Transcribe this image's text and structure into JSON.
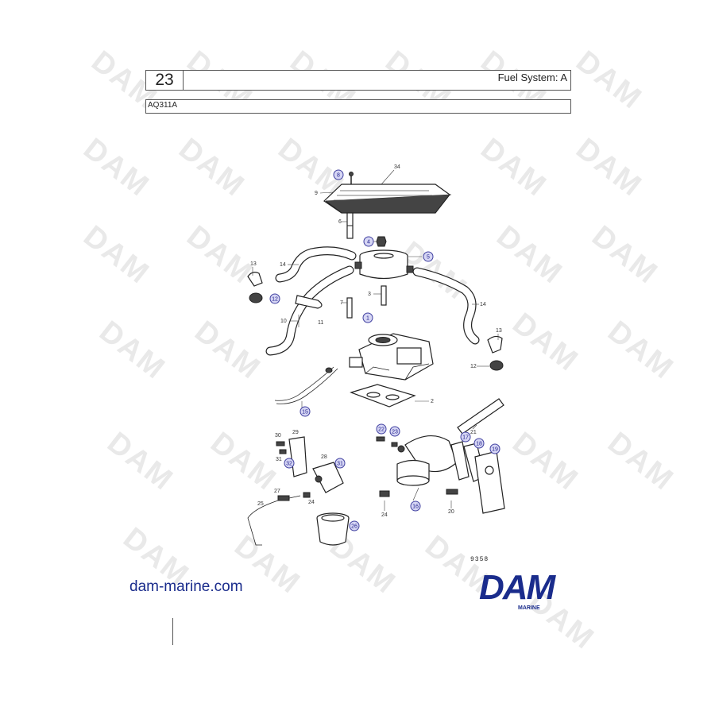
{
  "header": {
    "page_number": "23",
    "title": "Fuel System: A",
    "model": "AQ311A"
  },
  "watermark_text": "DAM",
  "footer": {
    "website": "dam-marine.com",
    "figure_number": "9358",
    "logo_text": "DAM",
    "logo_subtext": "MARINE"
  },
  "callouts_circled": [
    "8",
    "4",
    "5",
    "12",
    "1",
    "15",
    "12",
    "22",
    "23",
    "17",
    "18",
    "19",
    "32",
    "31",
    "16",
    "26"
  ],
  "callouts_plain": [
    "34",
    "9",
    "6",
    "13",
    "14",
    "3",
    "7",
    "10",
    "11",
    "14",
    "13",
    "2",
    "21",
    "30",
    "29",
    "31",
    "28",
    "27",
    "25",
    "24",
    "24",
    "20"
  ],
  "colors": {
    "brand": "#1a2c8c",
    "callout_fill": "#d6d6f4",
    "callout_stroke": "#4040a0",
    "watermark": "#e9e9e9"
  }
}
